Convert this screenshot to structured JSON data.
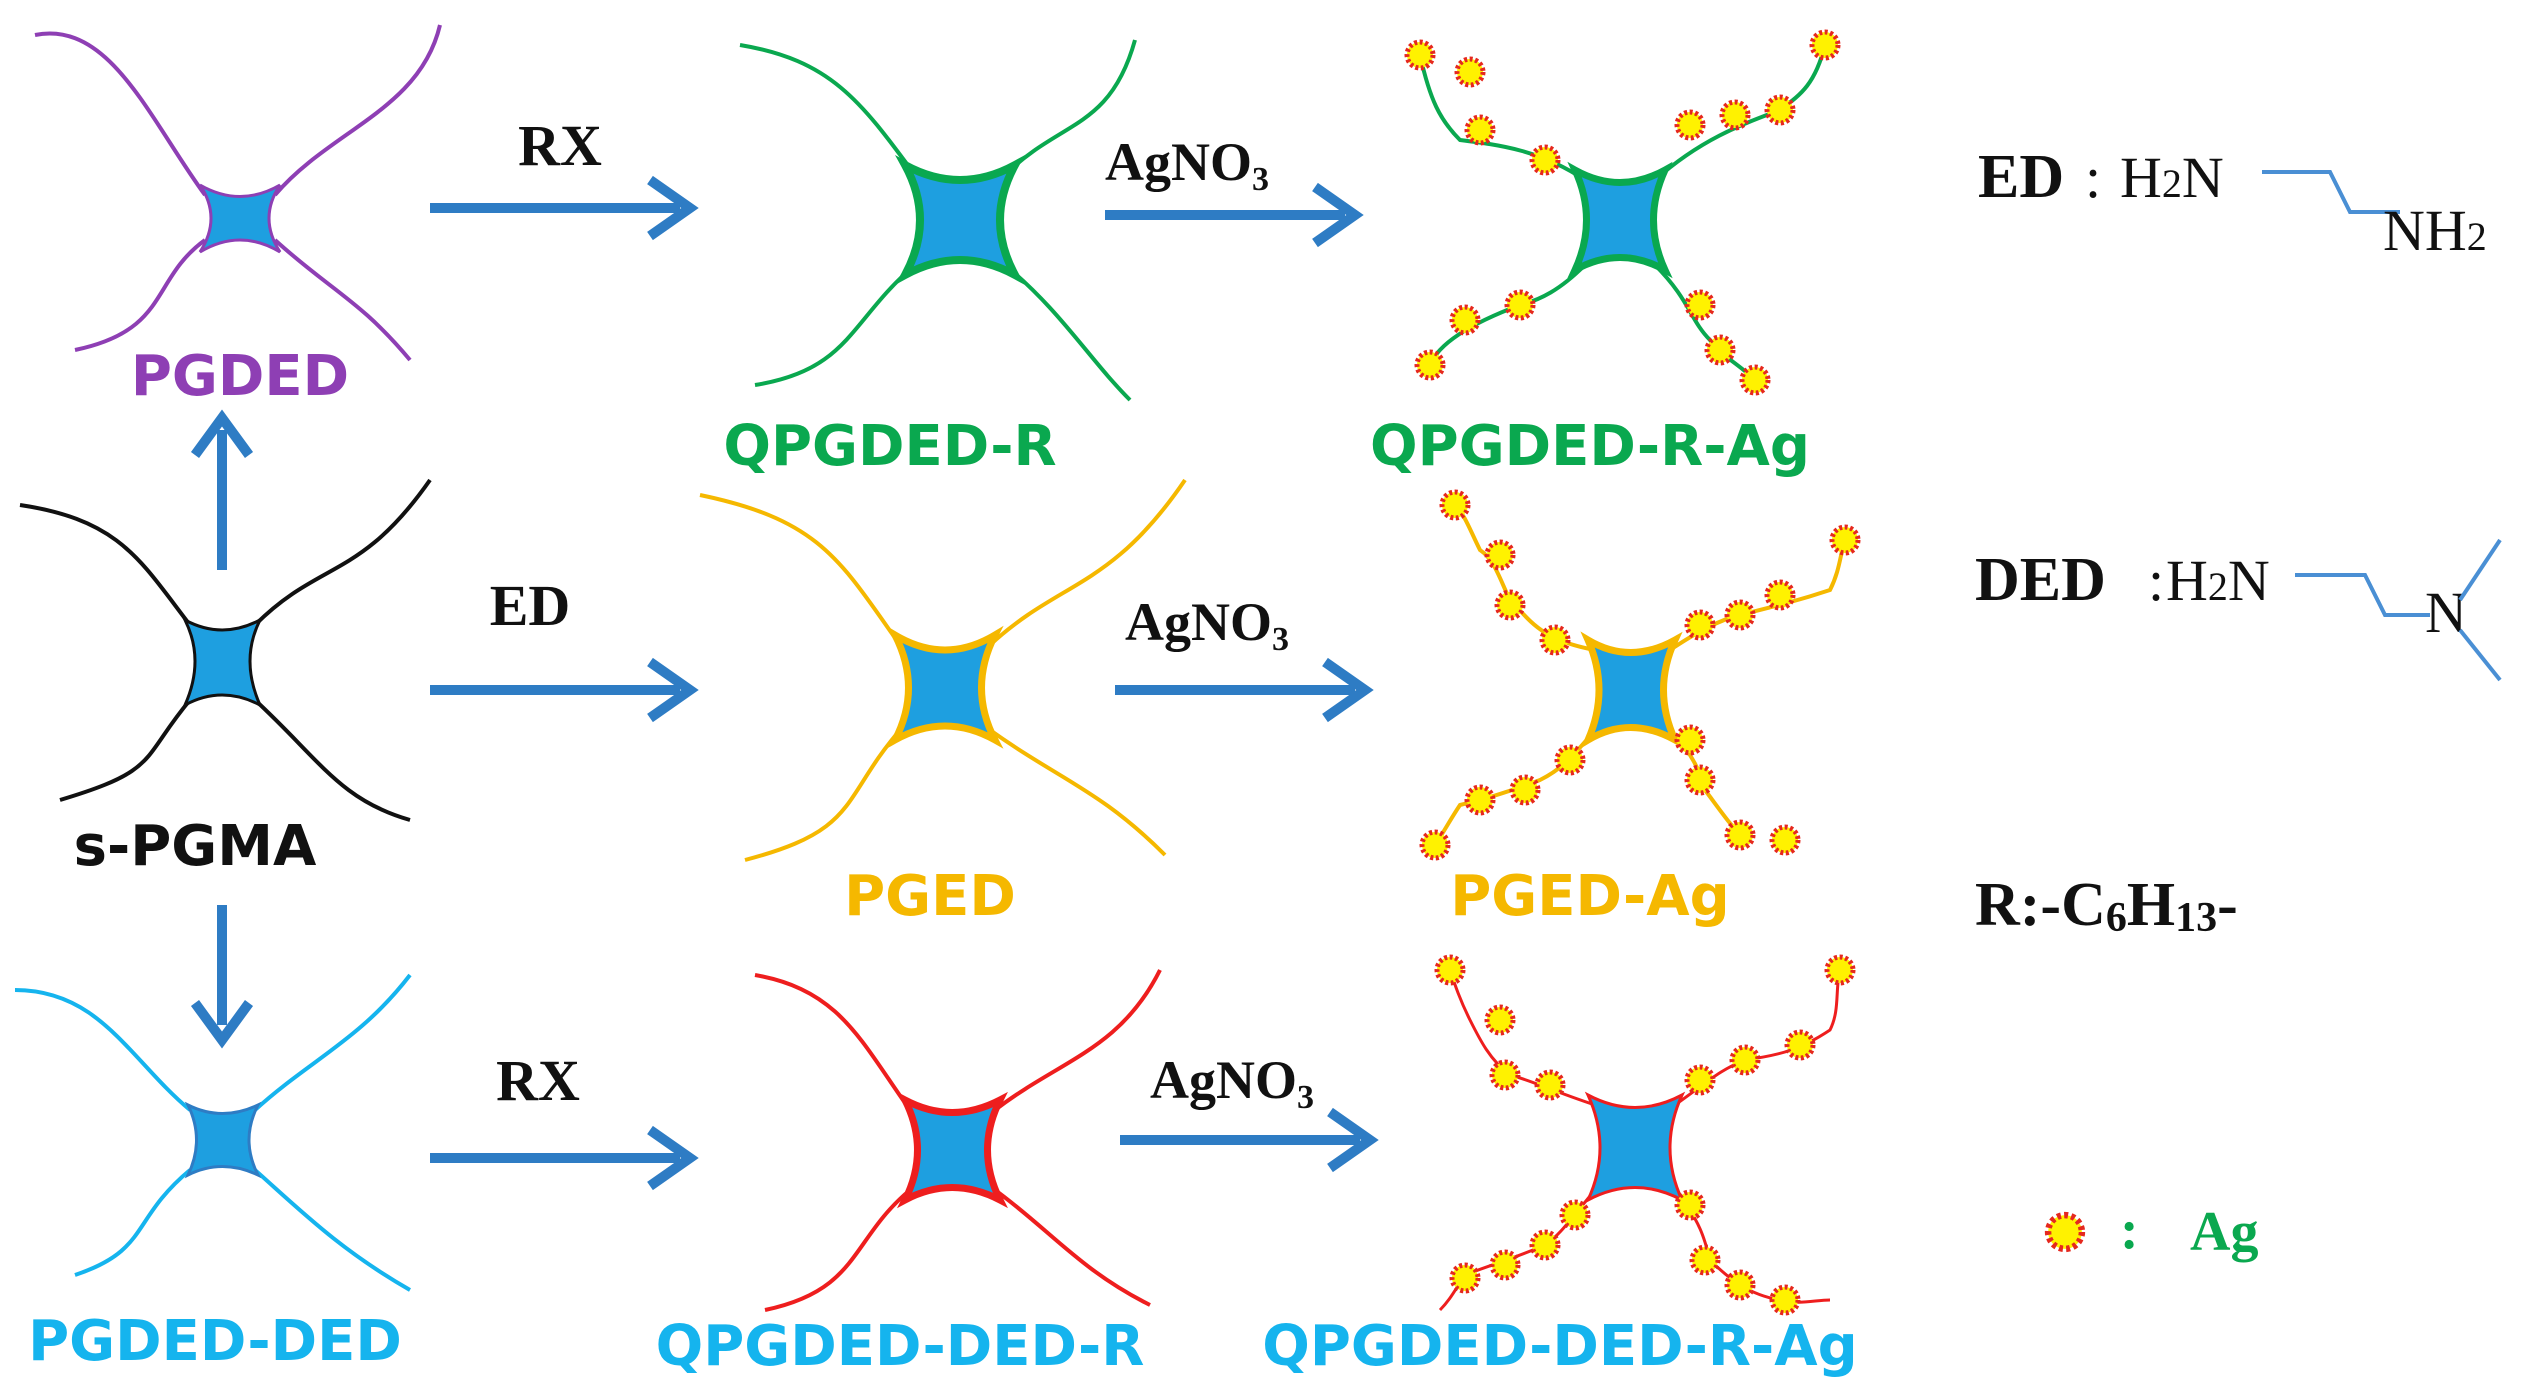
{
  "colors": {
    "core": "#1e9fe0",
    "arrow": "#2e7cc4",
    "black": "#111111",
    "purple": "#8e3fb4",
    "green": "#0aa84f",
    "amber": "#f5b800",
    "cyan": "#15b4ee",
    "red": "#ee1e1e",
    "struct": "#4a8fd4",
    "ag_fill": "#fff200",
    "ag_ring": "#e5281e"
  },
  "labels": {
    "pgded": "PGDED",
    "spgma": "s-PGMA",
    "pgded_ded": "PGDED-DED",
    "qpgded_r": "QPGDED-R",
    "pged": "PGED",
    "qpgded_ded_r": "QPGDED-DED-R",
    "qpgded_r_ag": "QPGDED-R-Ag",
    "pged_ag": "PGED-Ag",
    "qpgded_ded_r_ag": "QPGDED-DED-R-Ag"
  },
  "reagents": {
    "rx_top": "RX",
    "ed_mid": "ED",
    "rx_bottom": "RX",
    "agno3_main": "AgNO",
    "agno3_sub": "3"
  },
  "legend": {
    "ed_key": "ED",
    "ed_sep": ": ",
    "ded_key": "DED",
    "ded_sep": ":",
    "h2n_h": "H",
    "h2n_sub": "2",
    "h2n_n": "N",
    "nh2_n": "NH",
    "nh2_sub": "2",
    "n_atom": "N",
    "r_key": "R",
    "r_pre": ":-C",
    "r_sub1": "6",
    "r_mid": "H",
    "r_sub2": "13",
    "r_post": "-",
    "ag_sep": ":",
    "ag_text": "Ag"
  }
}
